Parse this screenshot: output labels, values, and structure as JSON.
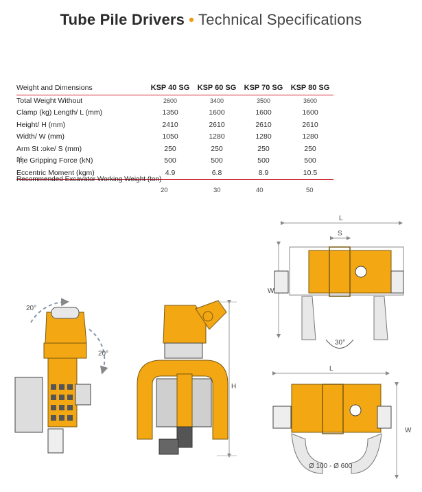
{
  "title": {
    "bold": "Tube Pile Drivers",
    "separator": "•",
    "light": "Technical Specifications"
  },
  "table": {
    "header_label": "Weight and Dimensions",
    "models": [
      "KSP 40 SG",
      "KSP 60 SG",
      "KSP 70 SG",
      "KSP 80 SG"
    ],
    "rows": [
      {
        "label": "Total Weight Without",
        "values": [
          "2600",
          "3400",
          "3500",
          "3600"
        ]
      },
      {
        "label": "Clamp (kg) Length/ L (mm)",
        "values": [
          "1350",
          "1600",
          "1600",
          "1600"
        ]
      },
      {
        "label": "Height/ H (mm)",
        "values": [
          "2410",
          "2610",
          "2610",
          "2610"
        ]
      },
      {
        "label": "Width/ W (mm)",
        "values": [
          "1050",
          "1280",
          "1280",
          "1280"
        ]
      },
      {
        "label": "Arm St :oke/ S (mm)",
        "values": [
          "250",
          "250",
          "250",
          "250"
        ]
      },
      {
        "label": "响e Gripping Force (kN)",
        "values": [
          "500",
          "500",
          "500",
          "500"
        ]
      },
      {
        "label": "Eccentric Moment (kgm)",
        "values": [
          "4.9",
          "6.8",
          "8.9",
          "10.5"
        ]
      }
    ],
    "excavator_label": "Recommended Excavator Working Weight (ton)",
    "excavator_values": [
      "20",
      "30",
      "40",
      "50"
    ]
  },
  "drawings": {
    "angle_top": "20°",
    "angle_side": "20°",
    "height_label": "H",
    "length_label_top": "L",
    "stroke_label": "S",
    "width_label_top": "W",
    "angle_bottom": "30°",
    "length_label_bottom": "L",
    "width_label_bottom": "W",
    "diameter_label": "Ø 100 - Ø 600"
  },
  "colors": {
    "accent": "#ec9a1d",
    "rule": "#d02030",
    "machine": "#f3a712"
  }
}
